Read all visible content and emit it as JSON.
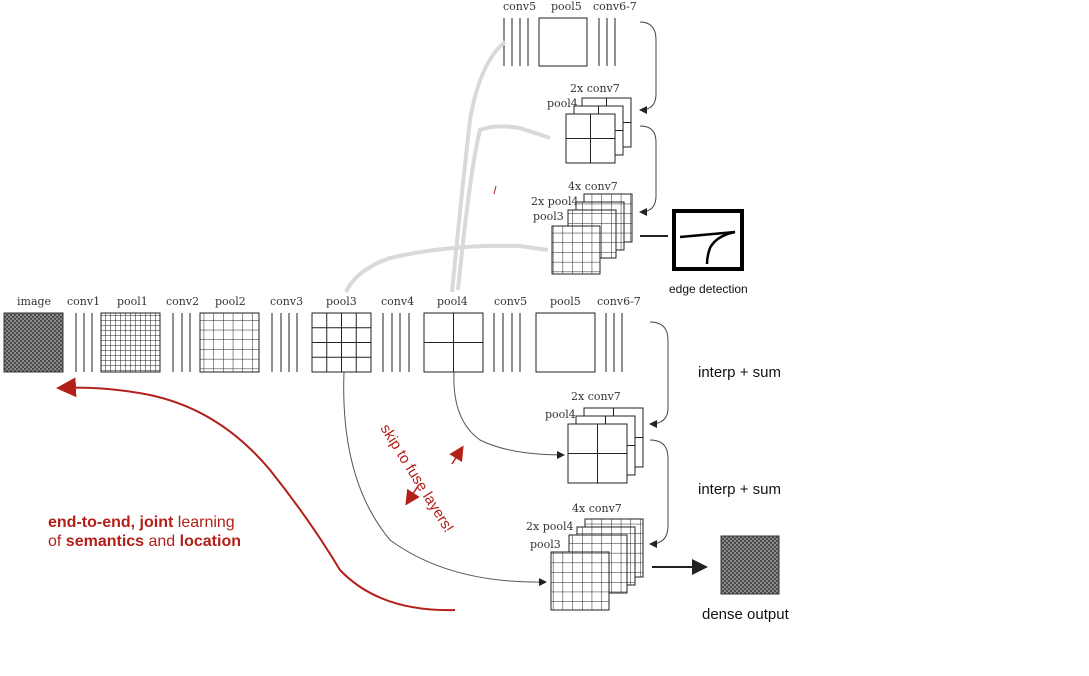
{
  "colors": {
    "accent_red": "#b3201a",
    "ghost_gray": "#d9d9d9",
    "dense_fill": "#555555"
  },
  "top_branch": {
    "header_labels": [
      "conv5",
      "pool5",
      "conv6-7"
    ],
    "stage2": {
      "upsample": "2x conv7",
      "pool": "pool4"
    },
    "stage3": {
      "upsample": "4x conv7",
      "pool_a": "2x pool4",
      "pool_b": "pool3"
    },
    "edge_label": "edge detection"
  },
  "main_row": {
    "labels": [
      "image",
      "conv1",
      "pool1",
      "conv2",
      "pool2",
      "conv3",
      "pool3",
      "conv4",
      "pool4",
      "conv5",
      "pool5",
      "conv6-7"
    ]
  },
  "bottom_branch": {
    "stage2": {
      "upsample": "2x conv7",
      "pool": "pool4"
    },
    "stage3": {
      "upsample": "4x conv7",
      "pool_a": "2x pool4",
      "pool_b": "pool3"
    },
    "interp1": "interp + sum",
    "interp2": "interp + sum",
    "dense_label": "dense output"
  },
  "annotations": {
    "skip_text": "skip to fuse layers!",
    "e2e_line1_bold": "end-to-end, joint",
    "e2e_line1_rest": " learning",
    "e2e_line2_pre": "of ",
    "e2e_line2_bold1": "semantics",
    "e2e_line2_mid": " and ",
    "e2e_line2_bold2": "location"
  }
}
